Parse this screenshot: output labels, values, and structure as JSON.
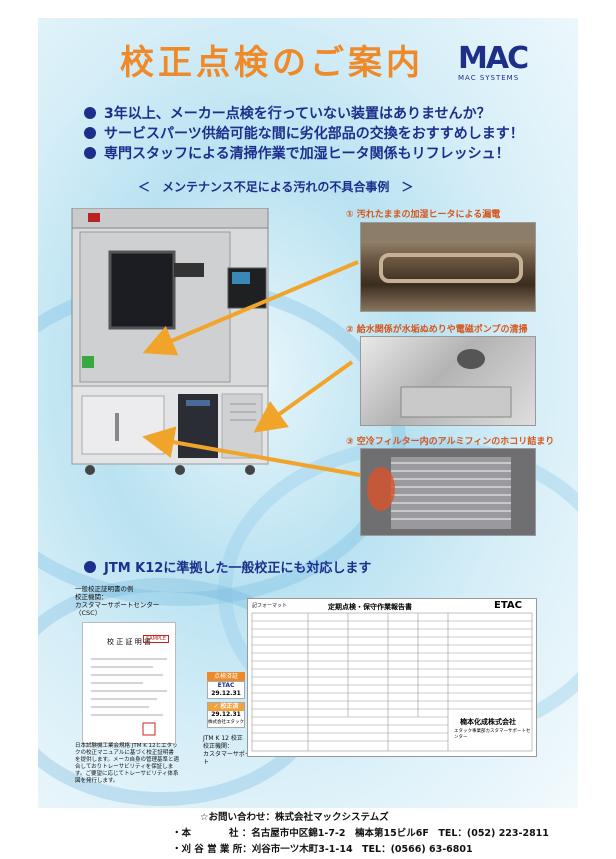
{
  "title": "校正点検のご案内",
  "logo": {
    "main": "MAC",
    "sub": "MAC SYSTEMS"
  },
  "bullets": [
    "3年以上、メーカー点検を行っていない装置はありませんか？",
    "サービスパーツ供給可能な間に劣化部品の交換をおすすめします！",
    "専門スタッフによる清掃作業で加湿ヒータ関係もリフレッシュ！"
  ],
  "section_head": "＜　メンテナンス不足による汚れの不具合事例　＞",
  "cases": [
    "① 汚れたままの加湿ヒータによる漏電",
    "② 給水関係が水垢ぬめりや電磁ポンプの清掃",
    "③ 空冷フィルター内のアルミフィンのホコリ詰まり"
  ],
  "jtm": "JTM K12に準拠した一般校正にも対応します",
  "certificate": {
    "head": "一般校正証明書の例",
    "issuer_label": "校正機関：",
    "issuer": "カスタマーサポートセンター（CSC）",
    "doc_title": "校 正 証 明 書",
    "doc_stamp": "SAMPLE",
    "footnote": "日本試験機工業会規格 JTM K 12とエタックの校正マニュアルに基づく校正証明書を提供します。メーカ自身の管理基準と適合しておりトレーサビリティを保証します。ご要望に応じてトレーサビリティ体系図を発行します。"
  },
  "sticker": {
    "top": "点検済証",
    "brand": "ETAC",
    "date1": "29.12.31",
    "check": "✓ 校正済",
    "date2": "29.12.31",
    "maker": "株式会社エタック"
  },
  "sticker_caption": "JTM K 12 校正\n校正機関：\nカスタマーサポート",
  "report": {
    "doc_no": "記フォーマット",
    "title": "定期点検・保守作業報告書",
    "brand": "ETAC",
    "company": "楠本化成株式会社",
    "dept": "エタック事業部カスタマーサポートセンター"
  },
  "contact": {
    "line1": "☆お問い合わせ：株式会社マックシステムズ",
    "line2": "・本　　　　社 ：名古屋市中区錦1-7-2　楠本第15ビル6F　TEL：(052) 223-2811",
    "line3": "・刈 谷 営 業 所：刈谷市一ツ木町3-1-14　TEL：(0566) 63-6801"
  }
}
